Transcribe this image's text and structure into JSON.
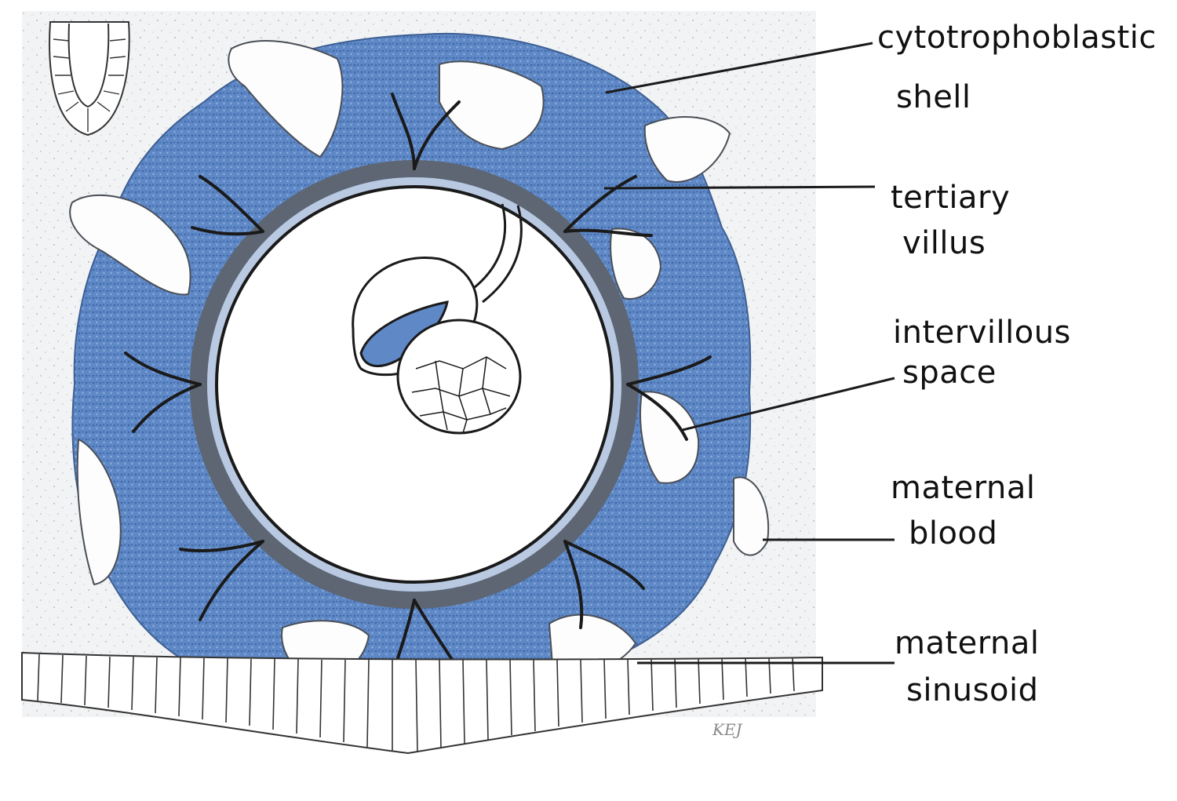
{
  "labels": {
    "cytotrophoblastic": "cytotrophoblastic",
    "shell": "shell",
    "tertiary": "tertiary",
    "villus": "villus",
    "intervillous": "intervillous",
    "space": "space",
    "maternal_1": "maternal",
    "blood": "blood",
    "maternal_2": "maternal",
    "sinusoid": "sinusoid"
  },
  "artist_mark": "KEJ",
  "colors": {
    "trophoblast_blue": "#5e86c4",
    "villus_core_gray": "#5d6672",
    "pale_blue": "#b9c9e2",
    "background_stroma": "#f1f2f3",
    "outline": "#1a1a1a"
  }
}
